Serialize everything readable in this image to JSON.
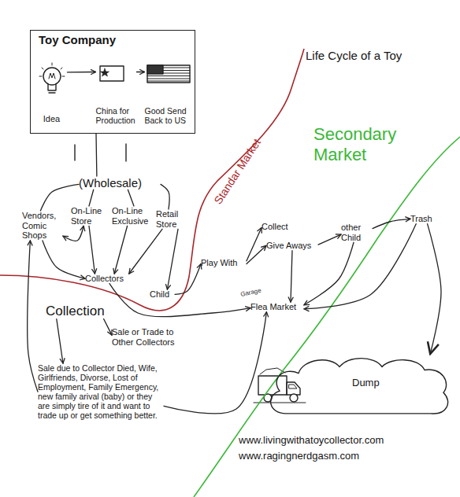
{
  "diagram": {
    "title": "Life Cycle of a Toy",
    "nodes": [
      {
        "text": [
          "Toy Company"
        ]
      },
      {
        "text": [
          "Idea"
        ],
        "in": 0
      },
      {
        "text": [
          "China for Production"
        ],
        "in": 0
      },
      {
        "text": [
          "Good Send Back to US"
        ],
        "in": 0
      },
      {
        "text": [
          "(Wholesale)"
        ]
      },
      {
        "text": [
          "Vendors, Comic Shops"
        ]
      },
      {
        "text": [
          "On-Line Store"
        ]
      },
      {
        "text": [
          "On-Line Exclusive"
        ]
      },
      {
        "text": [
          "Retail Store"
        ]
      },
      {
        "text": [
          "Collectors"
        ]
      },
      {
        "text": [
          "Child"
        ]
      },
      {
        "text": [
          "Play With"
        ]
      },
      {
        "text": [
          "Collect"
        ]
      },
      {
        "text": [
          "Give Aways"
        ]
      },
      {
        "text": [
          "other Child"
        ]
      },
      {
        "text": [
          "Trash"
        ]
      },
      {
        "text": [
          "Flea Market"
        ]
      },
      {
        "text": [
          "Collection"
        ]
      },
      {
        "text": [
          "Sale or Trade to Other Collectors"
        ]
      },
      {
        "text": [
          "Sale due to Collector Died, Wife, Girlfriends, Divorse, Lost of Employment, Family Emergency, new family arival (baby) or they are simply tire of it and want to trade up or get something better."
        ]
      },
      {
        "text": [
          "Dump"
        ]
      }
    ],
    "edges": [
      {
        "from": 1,
        "to": 2,
        "arrow": "to"
      },
      {
        "from": 2,
        "to": 3,
        "arrow": "to"
      },
      {
        "from": 0,
        "to": 4,
        "arrow": "none"
      },
      {
        "from": 4,
        "to": 5,
        "arrow": "none"
      },
      {
        "from": 4,
        "to": 6,
        "arrow": "none"
      },
      {
        "from": 4,
        "to": 7,
        "arrow": "none"
      },
      {
        "from": 4,
        "to": 8,
        "arrow": "none"
      },
      {
        "from": 5,
        "to": 6,
        "arrow": "both"
      },
      {
        "from": 5,
        "to": 9,
        "arrow": "to"
      },
      {
        "from": 6,
        "to": 9,
        "arrow": "to"
      },
      {
        "from": 7,
        "to": 9,
        "arrow": "to"
      },
      {
        "from": 8,
        "to": 9,
        "arrow": "to"
      },
      {
        "from": 8,
        "to": 10,
        "arrow": "to"
      },
      {
        "from": 10,
        "to": 11,
        "arrow": "to"
      },
      {
        "from": 11,
        "to": 12,
        "arrow": "to"
      },
      {
        "from": 11,
        "to": 13,
        "arrow": "to"
      },
      {
        "from": 13,
        "to": 14,
        "arrow": "to"
      },
      {
        "from": 13,
        "to": 16,
        "arrow": "to"
      },
      {
        "from": 14,
        "to": 15,
        "arrow": "to"
      },
      {
        "from": 14,
        "to": 16,
        "arrow": "to"
      },
      {
        "from": 15,
        "to": 16,
        "arrow": "to"
      },
      {
        "from": 15,
        "to": 20,
        "arrow": "to"
      },
      {
        "from": 9,
        "to": 16,
        "arrow": "to"
      },
      {
        "from": 17,
        "to": 18,
        "arrow": "to"
      },
      {
        "from": 17,
        "to": 19,
        "arrow": "to"
      },
      {
        "from": 19,
        "to": 5,
        "arrow": "to"
      },
      {
        "from": 19,
        "to": 16,
        "arrow": "to"
      }
    ],
    "labels": [
      "Standar Market",
      "Secondary Market",
      "Garage",
      "www.livingwithatoycollector.com",
      "www.ragingnerdgasm.com"
    ]
  }
}
